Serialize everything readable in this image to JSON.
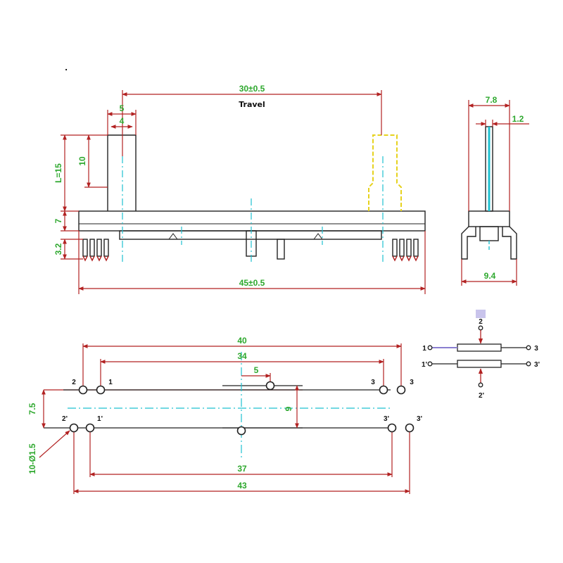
{
  "colors": {
    "dimension_line": "#b22222",
    "dimension_text": "#2ea82e",
    "outline": "#222222",
    "center_line": "#1ec0d0",
    "ghost_knob": "#e6d21e",
    "schematic_accent": "#8a7fd0"
  },
  "front_view": {
    "travel_dim": "30±0.5",
    "travel_label": "Travel",
    "knob_outer_width": "5",
    "knob_inner_width": "4",
    "knob_height": "10",
    "lever_length": "L=15",
    "body_height": "7",
    "pin_length": "3.2",
    "total_length": "45±0.5"
  },
  "side_view": {
    "width_top": "7.8",
    "lever_width": "1.2",
    "base_width": "9.4"
  },
  "footprint": {
    "outer_span_top": "40",
    "inner_span_top": "34",
    "center_offset": "5",
    "row_pitch": "7.5",
    "vertical_span": "9",
    "inner_span_bottom": "37",
    "outer_span_bottom": "43",
    "hole_callout": "10-Ø1.5",
    "pin_labels": {
      "top_left_outer": "2",
      "top_left_inner": "1",
      "top_right_inner": "3",
      "top_right_outer": "3",
      "bottom_left_outer": "2'",
      "bottom_left_inner": "1'",
      "bottom_right_inner": "3'",
      "bottom_right_outer": "3'"
    }
  },
  "schematic": {
    "wiper_top": "2",
    "left_top": "1",
    "right_top": "3",
    "left_bottom": "1'",
    "right_bottom": "3'",
    "wiper_bottom": "2'"
  },
  "corner_mark": "."
}
